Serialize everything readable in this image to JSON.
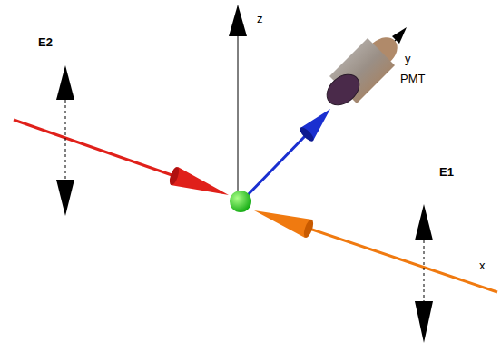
{
  "diagram": {
    "labels": [
      "E2",
      "z",
      "y",
      "PMT",
      "E1",
      "x"
    ]
  }
}
